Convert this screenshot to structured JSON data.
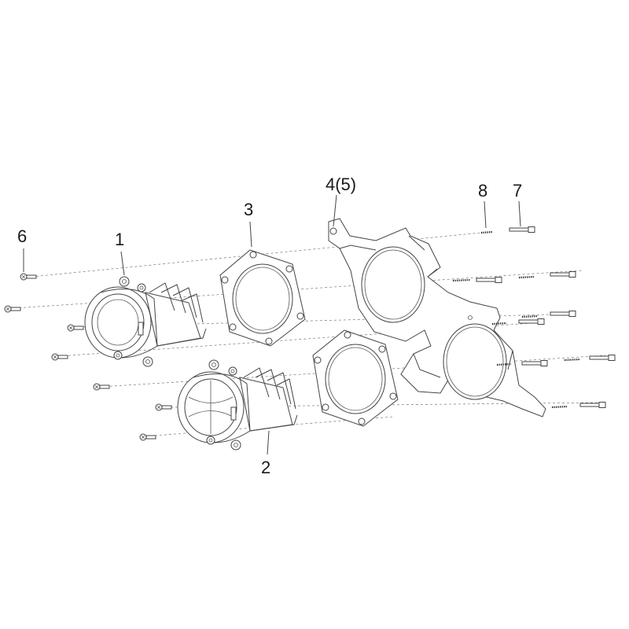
{
  "diagram": {
    "callouts": {
      "c1": "1",
      "c2": "2",
      "c3": "3",
      "c4": "4(5)",
      "c6": "6",
      "c7": "7",
      "c8": "8"
    }
  }
}
